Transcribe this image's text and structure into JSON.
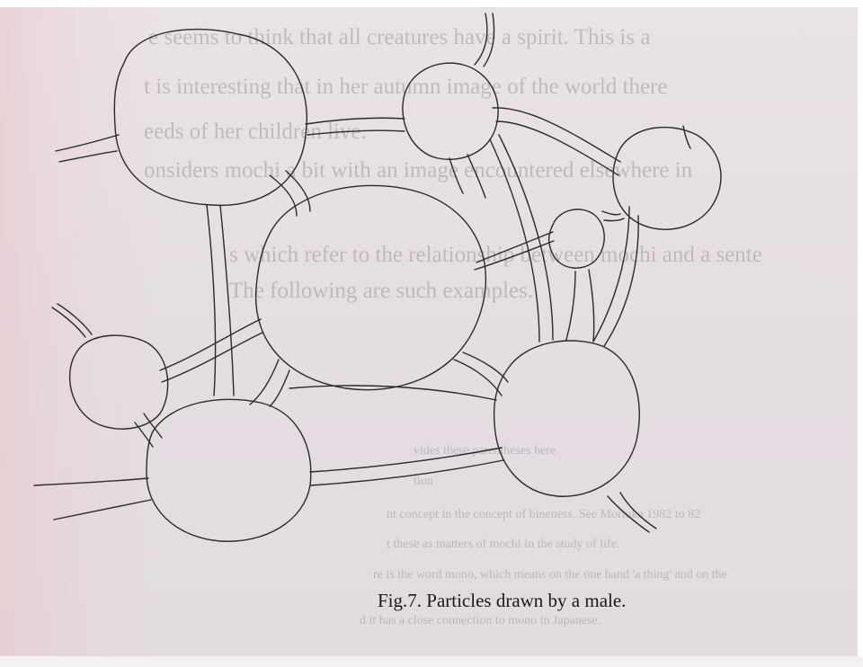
{
  "caption": "Fig.7. Particles drawn by a male.",
  "bleed_through": {
    "lines": [
      "e seems to think that all creatures have a spirit. This is a",
      "t is interesting that in her autumn image of the world there",
      "eeds of her children live.",
      "onsiders mochi a bit with an image encountered elsewhere in",
      "s which refer to the relationship between mochi and a sente",
      "The following are such examples.",
      "vides these parentheses here",
      "tion",
      "nt concept in the concept of bineness. See Moriuka 1982 to 82",
      "t these as matters of mochi in the study of life.",
      "re is the word mono, which means on the one hand 'a thing' and on the",
      "d it has a close connection to mono in Japanese."
    ]
  },
  "colors": {
    "paper": "#e6dfe4",
    "ink": "#2a2a2a",
    "bleed_ink": "#6e6a74"
  }
}
